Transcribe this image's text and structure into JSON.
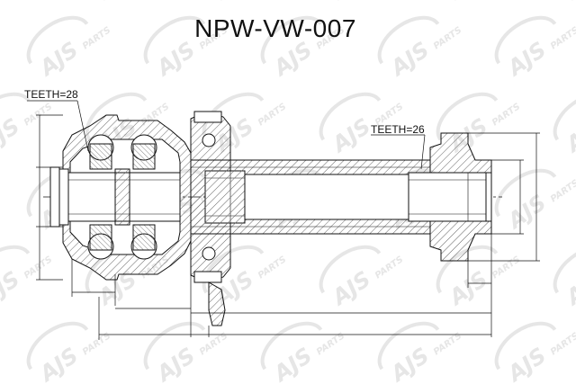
{
  "title": "NPW-VW-007",
  "labels": {
    "teeth_left": "TEETH=28",
    "teeth_right": "TEETH=26"
  },
  "watermark": {
    "text": "AJS",
    "subtext": "PARTS",
    "color": "#e6e6e6"
  },
  "colors": {
    "line": "#111111",
    "hatch": "#555555"
  }
}
